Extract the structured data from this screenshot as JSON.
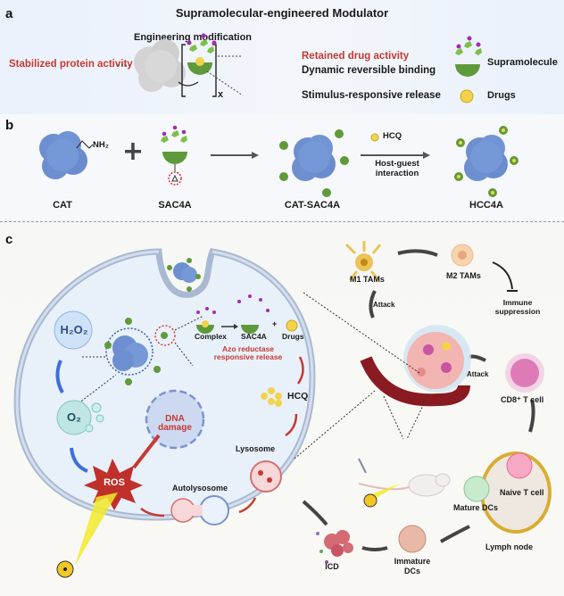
{
  "panel_a": {
    "letter": "a",
    "title": "Supramolecular-engineered Modulator",
    "engineering_label": "Engineering modification",
    "left_label": "Stabilized protein activity",
    "retained_label": "Retained drug activity",
    "binding_label": "Dynamic reversible binding",
    "release_label": "Stimulus-responsive release",
    "multiplier": "x",
    "legend": [
      {
        "icon": "supramolecule-icon",
        "label": "Supramolecule"
      },
      {
        "icon": "drug-icon",
        "label": "Drugs"
      }
    ]
  },
  "panel_b": {
    "letter": "b",
    "amine_label": "NH₂",
    "plus": "+",
    "drug_label": "HCQ",
    "arrow_label_1": "Host-guest",
    "arrow_label_2": "interaction",
    "compounds": [
      "CAT",
      "SAC4A",
      "CAT-SAC4A",
      "HCC4A"
    ]
  },
  "panel_c": {
    "letter": "c",
    "h2o2": "H₂O₂",
    "o2": "O₂",
    "ros": "ROS",
    "dna_1": "DNA",
    "dna_2": "damage",
    "complex": "Complex",
    "sac4a": "SAC4A",
    "plus": "+",
    "drugs": "Drugs",
    "azo_1": "Azo reductase",
    "azo_2": "responsive release",
    "hcq": "HCQ",
    "lysosome": "Lysosome",
    "autolysosome": "Autolysosome",
    "m1": "M1 TAMs",
    "m2": "M2 TAMs",
    "attack_1": "Attack",
    "attack_2": "Attack",
    "immune_1": "Immune",
    "immune_2": "suppression",
    "cd8": "CD8⁺ T cell",
    "naive": "Naive T cell",
    "mature": "Mature DCs",
    "lymph": "Lymph node",
    "icd": "ICD",
    "immature_1": "Immature",
    "immature_2": "DCs"
  },
  "colors": {
    "red_text": "#c63a32",
    "protein_blue": "#6d8fd0",
    "supramolecule_green": "#5f9a3a",
    "drug_yellow": "#f3d34a",
    "cell_fill": "#e8f0fa"
  }
}
